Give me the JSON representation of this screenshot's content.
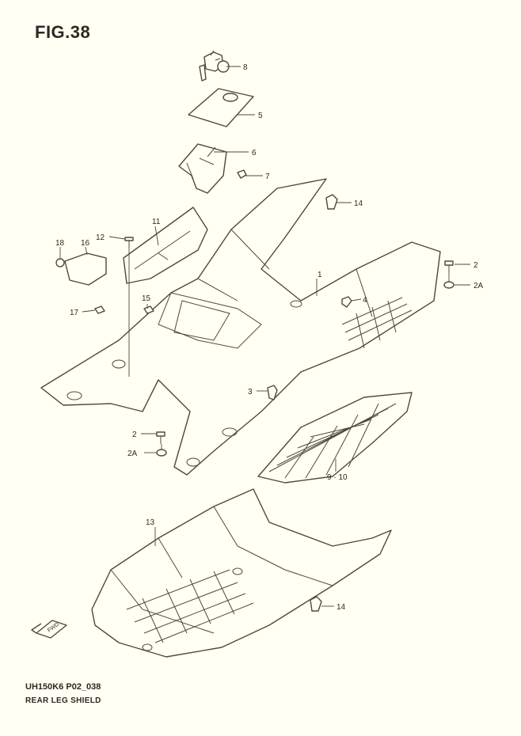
{
  "figure": {
    "title": "FIG.38"
  },
  "footer": {
    "code": "UH150K6 P02_038",
    "title": "REAR LEG SHIELD"
  },
  "orientation_icon": {
    "icon": "fwd-arrow-icon",
    "label": "FWD"
  },
  "callouts": {
    "c8": "8",
    "c5": "5",
    "c6": "6",
    "c7": "7",
    "c14a": "14",
    "c11": "11",
    "c12": "12",
    "c18": "18",
    "c16": "16",
    "c1": "1",
    "c2a": "2",
    "c2aa": "2A",
    "c4": "4",
    "c15": "15",
    "c17": "17",
    "c3": "3",
    "c2b": "2",
    "c2ab": "2A",
    "c910": "9 · 10",
    "c13": "13",
    "c14b": "14"
  },
  "colors": {
    "background": "#fffff3",
    "line": "#4a4a3c",
    "text": "#2a2a22"
  }
}
